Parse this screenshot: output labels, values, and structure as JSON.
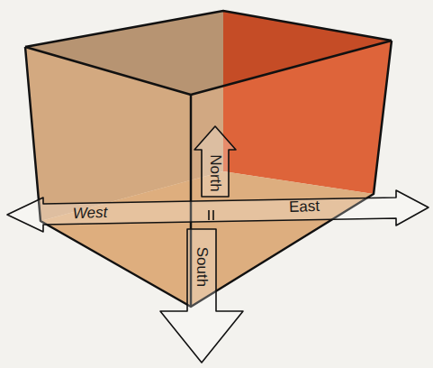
{
  "diagram": {
    "labels": [
      "North",
      "West",
      "East",
      "South"
    ]
  }
}
